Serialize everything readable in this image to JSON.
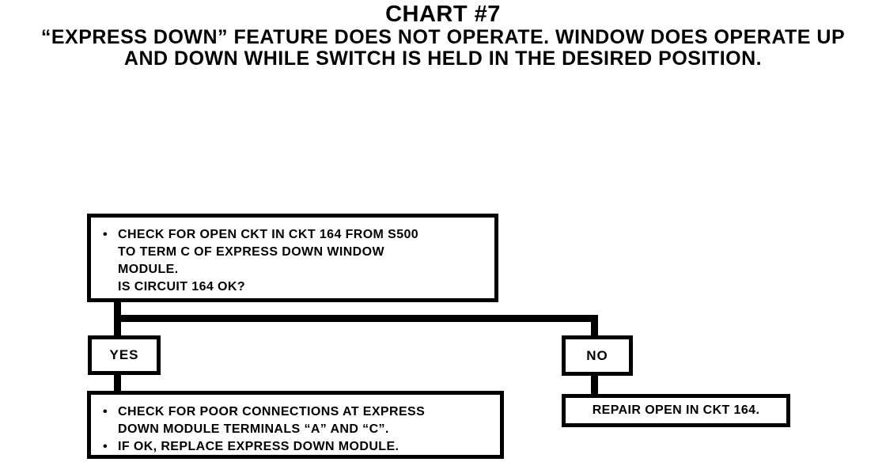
{
  "colors": {
    "ink": "#000000",
    "background": "#ffffff"
  },
  "header": {
    "title": "CHART #7",
    "subtitle_line1": "“EXPRESS DOWN” FEATURE DOES NOT OPERATE. WINDOW DOES OPERATE UP",
    "subtitle_line2": "AND DOWN WHILE SWITCH IS HELD IN THE DESIRED POSITION."
  },
  "flowchart": {
    "decision_box": {
      "lines": [
        {
          "bullet": "•",
          "text": "CHECK FOR OPEN CKT IN CKT 164 FROM S500"
        },
        {
          "bullet": "",
          "text": "TO TERM C OF EXPRESS DOWN WINDOW"
        },
        {
          "bullet": "",
          "text": "MODULE."
        },
        {
          "bullet": "",
          "text": "IS CIRCUIT 164 OK?"
        }
      ]
    },
    "yes_label": "YES",
    "no_label": "NO",
    "yes_action_box": {
      "lines": [
        {
          "bullet": "•",
          "text": "CHECK FOR POOR CONNECTIONS AT EXPRESS"
        },
        {
          "bullet": "",
          "text": "DOWN MODULE TERMINALS “A” AND “C”."
        },
        {
          "bullet": "•",
          "text": "IF OK, REPLACE EXPRESS DOWN MODULE."
        }
      ]
    },
    "no_action_box": {
      "text": "REPAIR OPEN IN CKT 164."
    }
  }
}
